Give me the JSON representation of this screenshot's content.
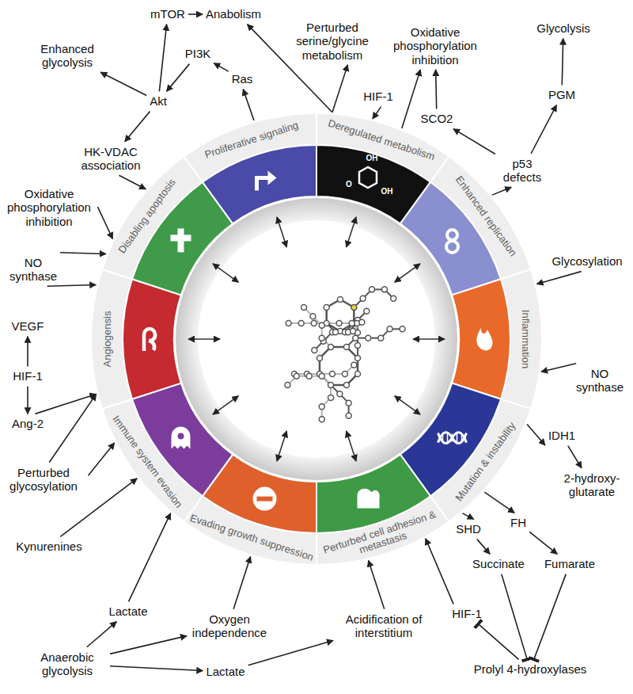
{
  "diagram": {
    "nodes": [
      {
        "text": [
          "Deregulated metabolism"
        ]
      },
      {
        "text": [
          "Enhanced replication"
        ]
      },
      {
        "text": [
          "Inflammation"
        ]
      },
      {
        "text": [
          "Mutation & instability"
        ]
      },
      {
        "text": [
          "Perturbed cell adhesion & metastasis"
        ]
      },
      {
        "text": [
          "Evading growth suppression"
        ]
      },
      {
        "text": [
          "Immune system evasion"
        ]
      },
      {
        "text": [
          "Angiogensis"
        ]
      },
      {
        "text": [
          "Disabling apoptosis"
        ]
      },
      {
        "text": [
          "Proliferative signaling"
        ]
      },
      {
        "text": [
          "mTOR"
        ]
      },
      {
        "text": [
          "Anabolism"
        ]
      },
      {
        "text": [
          "Perturbed serine/glycine metabolism"
        ]
      },
      {
        "text": [
          "Oxidative phosphorylation inhibition"
        ]
      },
      {
        "text": [
          "Glycolysis"
        ]
      },
      {
        "text": [
          "Enhanced glycolysis"
        ]
      },
      {
        "text": [
          "PI3K"
        ]
      },
      {
        "text": [
          "Ras"
        ]
      },
      {
        "text": [
          "Akt"
        ]
      },
      {
        "text": [
          "HIF-1"
        ]
      },
      {
        "text": [
          "PGM"
        ]
      },
      {
        "text": [
          "SCO2"
        ]
      },
      {
        "text": [
          "HK-VDAC association"
        ]
      },
      {
        "text": [
          "p53 defects"
        ]
      },
      {
        "text": [
          "Oxidative phosphorylation inhibition"
        ]
      },
      {
        "text": [
          "Glycosylation"
        ]
      },
      {
        "text": [
          "NO synthase"
        ]
      },
      {
        "text": [
          "VEGF"
        ]
      },
      {
        "text": [
          "HIF-1"
        ]
      },
      {
        "text": [
          "NO synthase"
        ]
      },
      {
        "text": [
          "Ang-2"
        ]
      },
      {
        "text": [
          "IDH1"
        ]
      },
      {
        "text": [
          "Perturbed glycosylation"
        ]
      },
      {
        "text": [
          "2-hydroxy-glutarate"
        ]
      },
      {
        "text": [
          "SHD"
        ]
      },
      {
        "text": [
          "FH"
        ]
      },
      {
        "text": [
          "Kynurenines"
        ]
      },
      {
        "text": [
          "Succinate"
        ]
      },
      {
        "text": [
          "Fumarate"
        ]
      },
      {
        "text": [
          "Lactate"
        ]
      },
      {
        "text": [
          "HIF-1"
        ]
      },
      {
        "text": [
          "Oxygen independence"
        ]
      },
      {
        "text": [
          "Acidification of interstitium"
        ]
      },
      {
        "text": [
          "Prolyl 4-hydroxylases"
        ]
      },
      {
        "text": [
          "Anaerobic glycolysis"
        ]
      },
      {
        "text": [
          "Lactate"
        ]
      }
    ],
    "edges": [
      {
        "from": 9,
        "to": 17,
        "arrow": "to"
      },
      {
        "from": 17,
        "to": 16,
        "arrow": "to"
      },
      {
        "from": 16,
        "to": 18,
        "arrow": "to"
      },
      {
        "from": 18,
        "to": 10,
        "arrow": "to"
      },
      {
        "from": 18,
        "to": 15,
        "arrow": "to"
      },
      {
        "from": 10,
        "to": 11,
        "arrow": "to"
      },
      {
        "from": 0,
        "to": 11,
        "arrow": "to"
      },
      {
        "from": 0,
        "to": 12,
        "arrow": "to"
      },
      {
        "from": 19,
        "to": 0,
        "arrow": "to"
      },
      {
        "from": 0,
        "to": 13,
        "arrow": "to"
      },
      {
        "from": 1,
        "to": 23,
        "arrow": "to"
      },
      {
        "from": 23,
        "to": 21,
        "arrow": "to"
      },
      {
        "from": 21,
        "to": 13,
        "arrow": "to"
      },
      {
        "from": 23,
        "to": 20,
        "arrow": "to"
      },
      {
        "from": 20,
        "to": 14,
        "arrow": "to"
      },
      {
        "from": 18,
        "to": 22,
        "arrow": "to"
      },
      {
        "from": 22,
        "to": 8,
        "arrow": "to"
      },
      {
        "from": 24,
        "to": 8,
        "arrow": "to"
      },
      {
        "from": 26,
        "to": 8,
        "arrow": "to"
      },
      {
        "from": 26,
        "to": 7,
        "arrow": "to"
      },
      {
        "from": 28,
        "to": 27,
        "arrow": "to"
      },
      {
        "from": 28,
        "to": 30,
        "arrow": "to"
      },
      {
        "from": 30,
        "to": 7,
        "arrow": "to"
      },
      {
        "from": 32,
        "to": 7,
        "arrow": "to"
      },
      {
        "from": 32,
        "to": 6,
        "arrow": "to"
      },
      {
        "from": 36,
        "to": 6,
        "arrow": "to"
      },
      {
        "from": 39,
        "to": 6,
        "arrow": "to"
      },
      {
        "from": 44,
        "to": 39,
        "arrow": "to"
      },
      {
        "from": 44,
        "to": 41,
        "arrow": "to"
      },
      {
        "from": 44,
        "to": 45,
        "arrow": "to"
      },
      {
        "from": 41,
        "to": 5,
        "arrow": "to"
      },
      {
        "from": 45,
        "to": 42,
        "arrow": "to"
      },
      {
        "from": 42,
        "to": 4,
        "arrow": "to"
      },
      {
        "from": 40,
        "to": 4,
        "arrow": "to"
      },
      {
        "from": 43,
        "to": 40,
        "arrow": "to"
      },
      {
        "from": 37,
        "to": 43,
        "arrow": "to"
      },
      {
        "from": 38,
        "to": 43,
        "arrow": "to"
      },
      {
        "from": 3,
        "to": 31,
        "arrow": "to"
      },
      {
        "from": 31,
        "to": 33,
        "arrow": "to"
      },
      {
        "from": 3,
        "to": 34,
        "arrow": "to"
      },
      {
        "from": 3,
        "to": 35,
        "arrow": "to"
      },
      {
        "from": 34,
        "to": 37,
        "arrow": "to"
      },
      {
        "from": 35,
        "to": 38,
        "arrow": "to"
      },
      {
        "from": 25,
        "to": 2,
        "arrow": "to"
      },
      {
        "from": 29,
        "to": 2,
        "arrow": "to"
      }
    ],
    "labels": [
      "OH",
      "O",
      "OH"
    ]
  }
}
